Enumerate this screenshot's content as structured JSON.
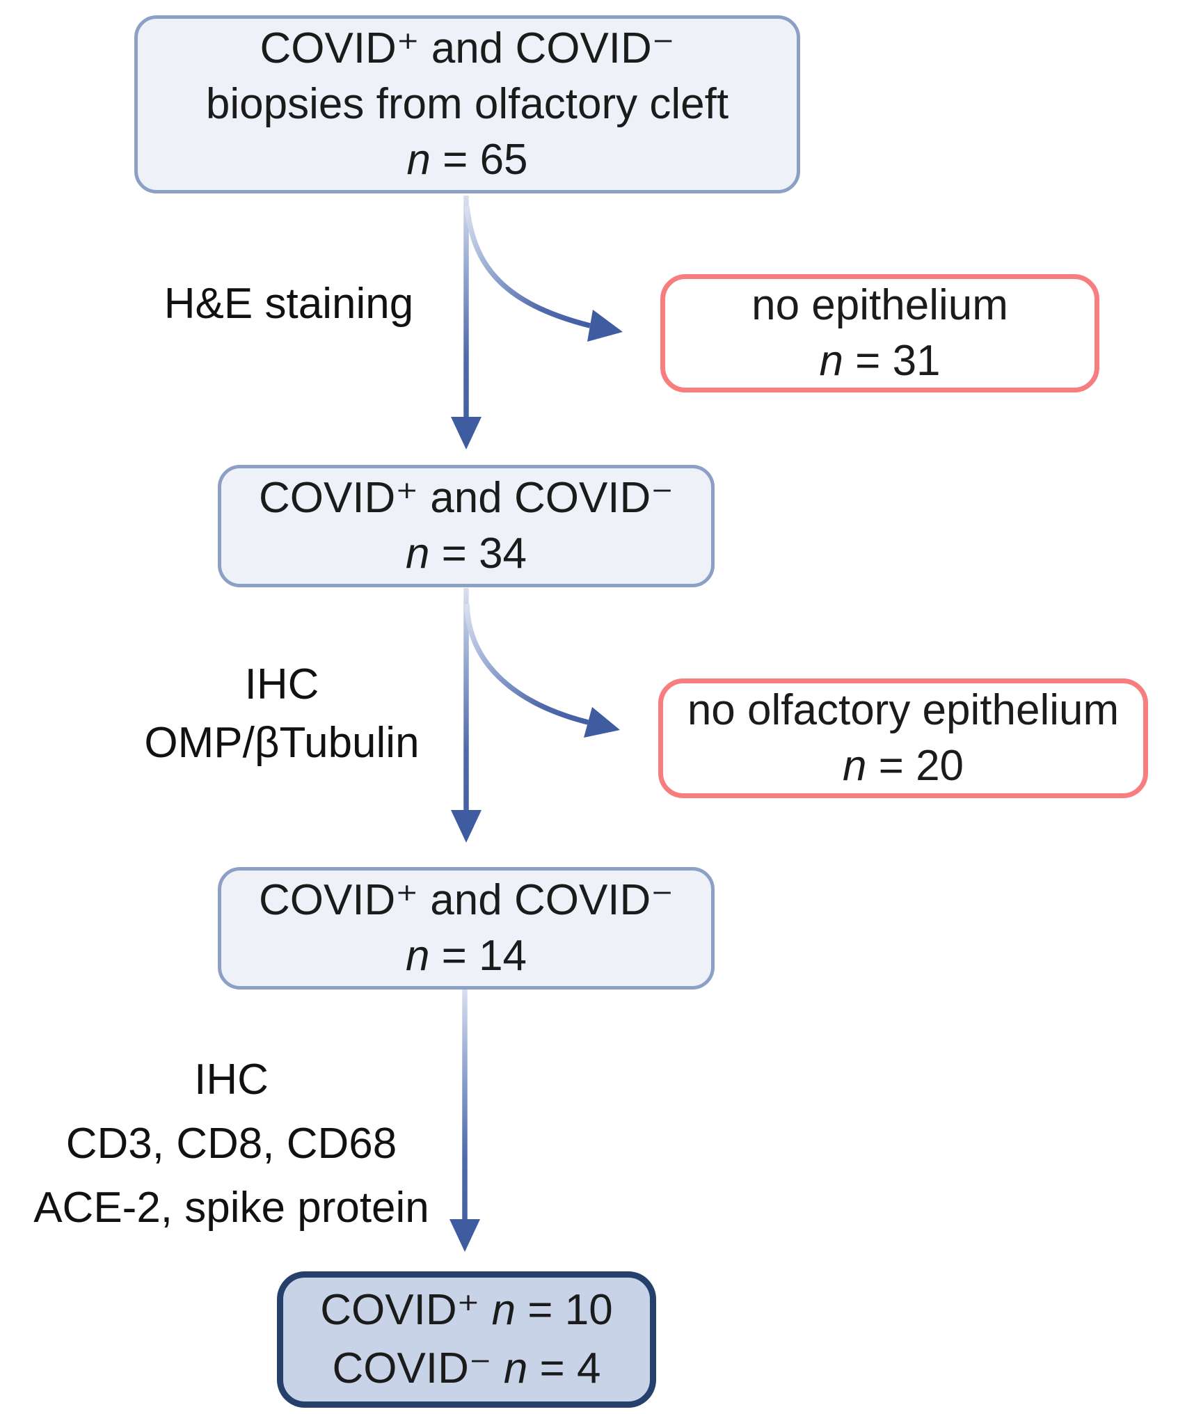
{
  "flow": {
    "box1": {
      "line1": "COVID⁺ and COVID⁻",
      "line2": "biopsies from olfactory cleft",
      "n_var": "n",
      "n_rest": " = 65"
    },
    "step1_label": "H&E staining",
    "excl1": {
      "line1": "no epithelium",
      "n_var": "n",
      "n_rest": " = 31"
    },
    "box2": {
      "line1": "COVID⁺ and COVID⁻",
      "n_var": "n",
      "n_rest": " = 34"
    },
    "step2_label_line1": "IHC",
    "step2_label_line2": "OMP/βTubulin",
    "excl2": {
      "line1": "no olfactory epithelium",
      "n_var": "n",
      "n_rest": " = 20"
    },
    "box3": {
      "line1": "COVID⁺ and COVID⁻",
      "n_var": "n",
      "n_rest": " = 14"
    },
    "step3_label_line1": "IHC",
    "step3_label_line2": "CD3, CD8, CD68",
    "step3_label_line3": "ACE-2, spike protein",
    "box4": {
      "l1_covid": "COVID⁺ ",
      "l1_var": "n",
      "l1_rest": " = 10",
      "l2_covid": "COVID⁻ ",
      "l2_var": "n",
      "l2_rest": " = 4"
    }
  },
  "colors": {
    "included_box_fill": "#eef1f8",
    "included_box_border": "#8c9fc4",
    "final_box_fill": "#c9d3e8",
    "final_box_border": "#25406b",
    "exclusion_box_fill": "#ffffff",
    "exclusion_box_border": "#f87d7f",
    "arrow_blue": "#3f5ca1",
    "text": "#1b1b1b"
  }
}
